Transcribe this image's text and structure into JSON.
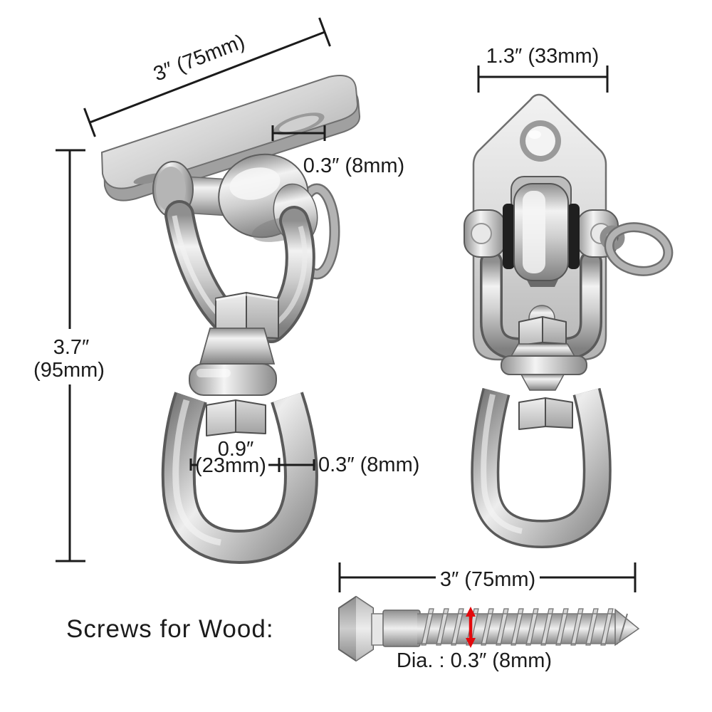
{
  "labels": {
    "plate_width": "3″ (75mm)",
    "plate_hole_diameter": "0.3″ (8mm)",
    "overall_height_in": "3.7″",
    "overall_height_mm": "(95mm)",
    "eye_inner_width_in": "0.9″",
    "eye_inner_width_mm": "(23mm)",
    "eye_thickness": "0.3″ (8mm)",
    "side_plate_width": "1.3″ (33mm)",
    "screw_length": "3″ (75mm)",
    "screws_heading": "Screws for Wood:",
    "screw_diameter": "Dia. : 0.3″ (8mm)"
  },
  "colors": {
    "background": "#ffffff",
    "text": "#1b1b1b",
    "dimension_line": "#1b1b1b",
    "metal_highlight": "#f5f5f5",
    "metal_mid": "#c2c2c2",
    "metal_shadow": "#6e6e6e",
    "rubber_bushing": "#1f1f1f",
    "arrow_red": "#e3090c"
  }
}
